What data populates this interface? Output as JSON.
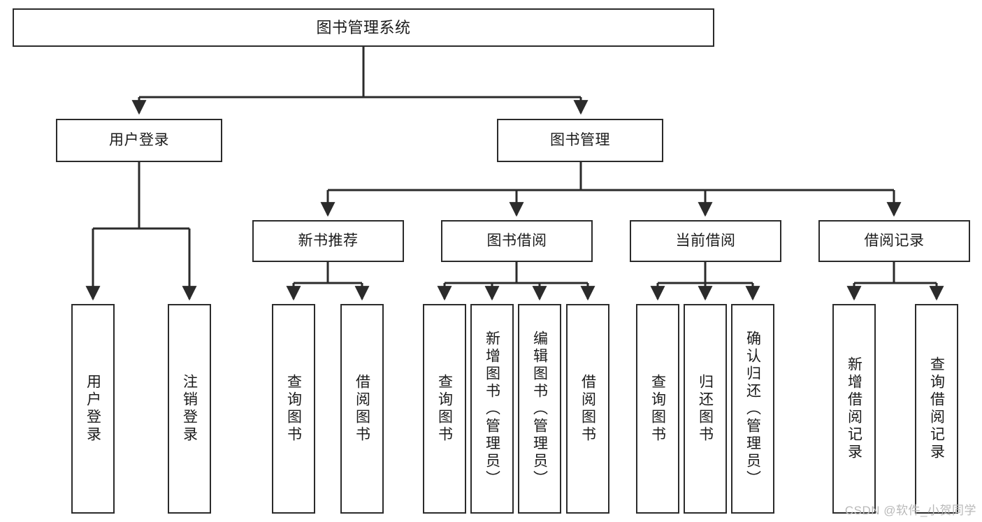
{
  "diagram": {
    "title": "图书管理系统",
    "watermark": "CSDN @软件_小贺同学",
    "colors": {
      "border": "#2b2b2b",
      "background": "#ffffff",
      "text": "#1b1b1b",
      "edge": "#2b2b2b",
      "watermark": "#b9b9b9"
    },
    "root": {
      "label": "图书管理系统"
    },
    "level2": [
      {
        "id": "user-login",
        "label": "用户登录"
      },
      {
        "id": "book-management",
        "label": "图书管理"
      }
    ],
    "level3": [
      {
        "id": "new-book-recommend",
        "label": "新书推荐"
      },
      {
        "id": "book-borrow",
        "label": "图书借阅"
      },
      {
        "id": "current-borrow",
        "label": "当前借阅"
      },
      {
        "id": "borrow-record",
        "label": "借阅记录"
      }
    ],
    "leaves": {
      "user-login": [
        {
          "id": "leaf-user-login",
          "label": "用户登录"
        },
        {
          "id": "leaf-user-logout",
          "label": "注销登录"
        }
      ],
      "new-book-recommend": [
        {
          "id": "leaf-query-book-1",
          "label": "查询图书"
        },
        {
          "id": "leaf-borrow-book-1",
          "label": "借阅图书"
        }
      ],
      "book-borrow": [
        {
          "id": "leaf-query-book-2",
          "label": "查询图书"
        },
        {
          "id": "leaf-add-book",
          "label": "新增图书（管理员）"
        },
        {
          "id": "leaf-edit-book",
          "label": "编辑图书（管理员）"
        },
        {
          "id": "leaf-borrow-book-2",
          "label": "借阅图书"
        }
      ],
      "current-borrow": [
        {
          "id": "leaf-query-book-3",
          "label": "查询图书"
        },
        {
          "id": "leaf-return-book",
          "label": "归还图书"
        },
        {
          "id": "leaf-confirm-return",
          "label": "确认归还（管理员）"
        }
      ],
      "borrow-record": [
        {
          "id": "leaf-add-record",
          "label": "新增借阅记录"
        },
        {
          "id": "leaf-query-record",
          "label": "查询借阅记录"
        }
      ]
    }
  }
}
